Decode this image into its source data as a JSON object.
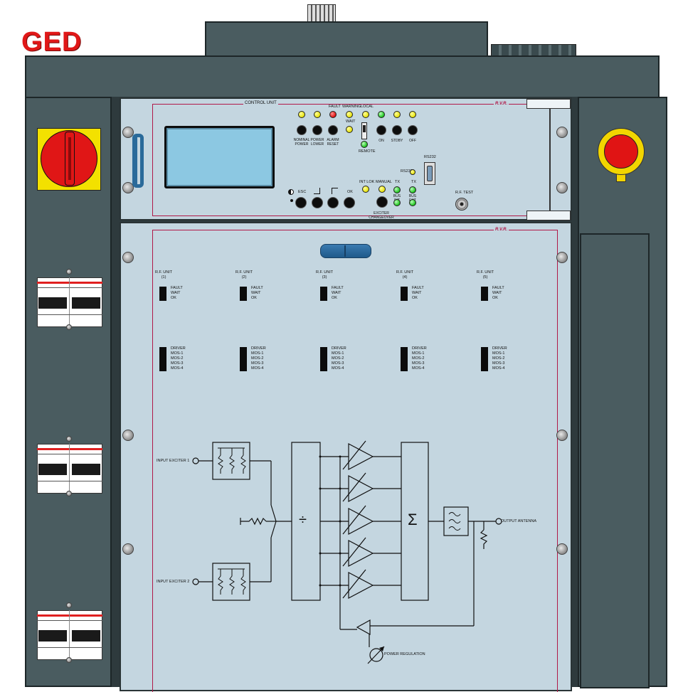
{
  "brand": {
    "logo_text": "GED"
  },
  "control_unit": {
    "title": "CONTROL UNIT",
    "brand_small": "R.V.R.",
    "led_labels": [
      "FAULT",
      "WARNING",
      "LOCAL"
    ],
    "wait_label": "WAIT",
    "remote_label": "REMOTE",
    "btn_labels": [
      "NOMINAL\nPOWER",
      "POWER\nLOWER",
      "ALARM\nRESET",
      "ON",
      "STDBY",
      "OFF"
    ],
    "menu_keys": {
      "esc": "ESC",
      "ok": "OK"
    },
    "exciter": {
      "intlok": "INT LOK",
      "manual": "MANUAL",
      "tx1": "TX",
      "tx2": "TX",
      "ext1": "BUS\nINT",
      "ext2": "BUS\nEXT",
      "changeover": "EXCITER\nCHANGEOVER"
    },
    "rs232": "RS232",
    "rs232_led": "RS232",
    "rf_test": "R.F. TEST"
  },
  "rf_panel": {
    "brand_small": "R.V.R.",
    "units": [
      {
        "title": "R.F. UNIT\n(1)",
        "status": "FAULT\nWAIT\nOK",
        "driver": "DRIVER\nMOS-1\nMOS-2\nMOS-3\nMOS-4"
      },
      {
        "title": "R.F. UNIT\n(2)",
        "status": "FAULT\nWAIT\nOK",
        "driver": "DRIVER\nMOS-1\nMOS-2\nMOS-3\nMOS-4"
      },
      {
        "title": "R.F. UNIT\n(3)",
        "status": "FAULT\nWAIT\nOK",
        "driver": "DRIVER\nMOS-1\nMOS-2\nMOS-3\nMOS-4"
      },
      {
        "title": "R.F. UNIT\n(4)",
        "status": "FAULT\nWAIT\nOK",
        "driver": "DRIVER\nMOS-1\nMOS-2\nMOS-3\nMOS-4"
      },
      {
        "title": "R.F. UNIT\n(5)",
        "status": "FAULT\nWAIT\nOK",
        "driver": "DRIVER\nMOS-1\nMOS-2\nMOS-3\nMOS-4"
      }
    ]
  },
  "diagram": {
    "input1": "INPUT EXCITER 1",
    "input2": "INPUT EXCITER 2",
    "output": "OUTPUT ANTENNA",
    "power_reg": "POWER REGULATION",
    "divider_symbol": "÷",
    "sum_symbol": "Σ"
  },
  "colors": {
    "cabinet": "#4a5c60",
    "panel": "#c4d6e0",
    "accent_red": "#e01818",
    "display": "#8cc8e2",
    "handle": "#2a6a9a"
  },
  "icons": [
    "main-switch-icon",
    "emergency-stop-icon",
    "circuit-breaker-icon",
    "handle-icon",
    "screw-icon",
    "rs232-connector-icon",
    "bnc-connector-icon"
  ]
}
